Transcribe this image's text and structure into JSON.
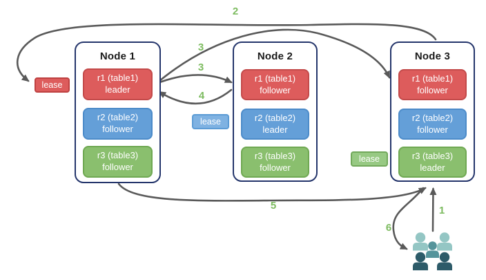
{
  "diagram": {
    "nodes": [
      {
        "title": "Node 1",
        "ranges": [
          {
            "label": "r1 (table1)",
            "role": "leader",
            "color": "#DD5C5C"
          },
          {
            "label": "r2 (table2)",
            "role": "follower",
            "color": "#649FD8"
          },
          {
            "label": "r3 (table3)",
            "role": "follower",
            "color": "#8ABF6E"
          }
        ]
      },
      {
        "title": "Node 2",
        "ranges": [
          {
            "label": "r1 (table1)",
            "role": "follower",
            "color": "#DD5C5C"
          },
          {
            "label": "r2 (table2)",
            "role": "leader",
            "color": "#649FD8"
          },
          {
            "label": "r3 (table3)",
            "role": "follower",
            "color": "#8ABF6E"
          }
        ]
      },
      {
        "title": "Node 3",
        "ranges": [
          {
            "label": "r1 (table1)",
            "role": "follower",
            "color": "#DD5C5C"
          },
          {
            "label": "r2 (table2)",
            "role": "follower",
            "color": "#649FD8"
          },
          {
            "label": "r3 (table3)",
            "role": "leader",
            "color": "#8ABF6E"
          }
        ]
      }
    ],
    "leases": [
      {
        "label": "lease",
        "fill": "#DD5C5C",
        "border": "#BE4040"
      },
      {
        "label": "lease",
        "fill": "#7FB2E2",
        "border": "#5B9BD5"
      },
      {
        "label": "lease",
        "fill": "#97C983",
        "border": "#71A85A"
      }
    ],
    "steps": [
      {
        "n": "2"
      },
      {
        "n": "3"
      },
      {
        "n": "3"
      },
      {
        "n": "4"
      },
      {
        "n": "5"
      },
      {
        "n": "1"
      },
      {
        "n": "6"
      }
    ],
    "users_icon": {
      "name": "clients-group",
      "palette": {
        "light": "#94C6C4",
        "medium": "#55949B",
        "dark": "#2D5B69"
      }
    },
    "colors": {
      "arrow": "#595959",
      "step_label": "#7CBB5F",
      "node_border": "#24356B"
    }
  }
}
